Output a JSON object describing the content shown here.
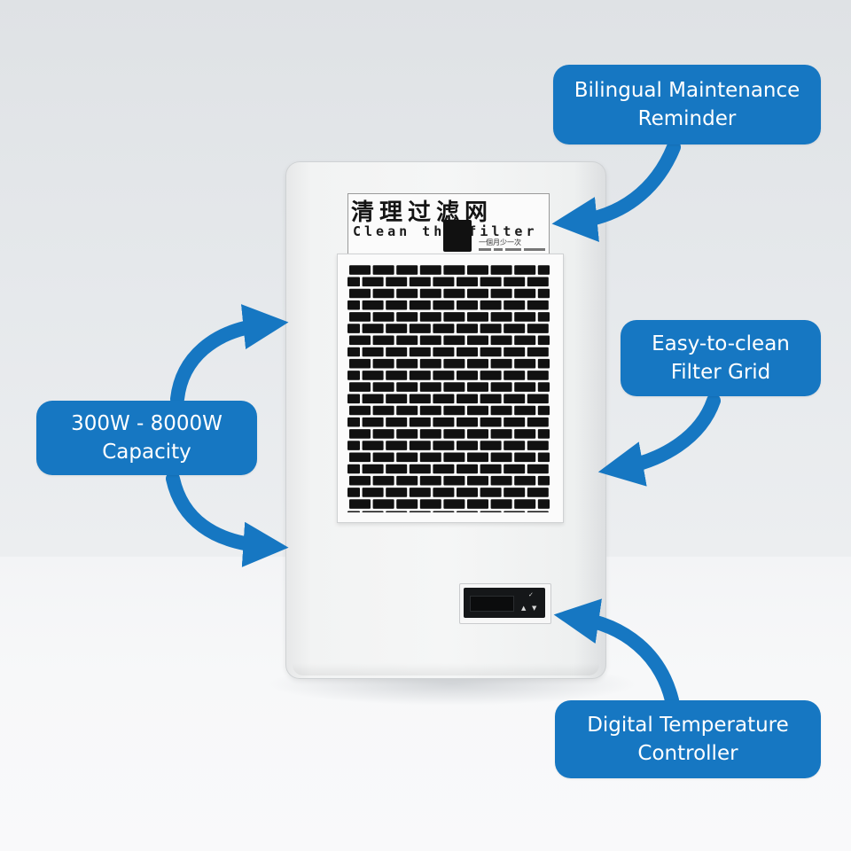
{
  "callouts": {
    "maintenance": {
      "line1": "Bilingual Maintenance",
      "line2": "Reminder"
    },
    "filter": {
      "line1": "Easy-to-clean",
      "line2": "Filter Grid"
    },
    "capacity": {
      "line1": "300W - 8000W",
      "line2": "Capacity"
    },
    "controller": {
      "line1": "Digital Temperature",
      "line2": "Controller"
    }
  },
  "label": {
    "chinese": "清理过滤网",
    "english": "Clean  the filter",
    "small_note": "一個月少一次"
  },
  "colors": {
    "callout_blue": "#1677c2",
    "unit_white": "#f5f6f6",
    "filter_black": "#111111"
  },
  "icons": {
    "arrows": "curved-arrow",
    "controller_buttons": [
      "set-icon",
      "up-icon",
      "down-icon"
    ]
  }
}
